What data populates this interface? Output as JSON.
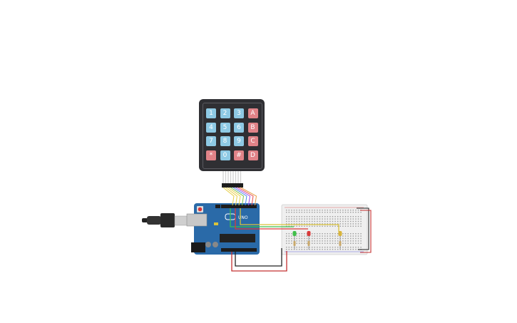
{
  "keypad": {
    "rows": [
      [
        {
          "label": "1",
          "kind": "num"
        },
        {
          "label": "2",
          "kind": "num"
        },
        {
          "label": "3",
          "kind": "num"
        },
        {
          "label": "A",
          "kind": "fn"
        }
      ],
      [
        {
          "label": "4",
          "kind": "num"
        },
        {
          "label": "5",
          "kind": "num"
        },
        {
          "label": "6",
          "kind": "num"
        },
        {
          "label": "B",
          "kind": "fn"
        }
      ],
      [
        {
          "label": "7",
          "kind": "num"
        },
        {
          "label": "8",
          "kind": "num"
        },
        {
          "label": "9",
          "kind": "num"
        },
        {
          "label": "C",
          "kind": "fn"
        }
      ],
      [
        {
          "label": "*",
          "kind": "fn"
        },
        {
          "label": "0",
          "kind": "num"
        },
        {
          "label": "#",
          "kind": "fn"
        },
        {
          "label": "D",
          "kind": "fn"
        }
      ]
    ]
  },
  "arduino": {
    "brand_text": "UNO",
    "colors": {
      "board": "#2a6aa8",
      "header": "#1d1d1d",
      "usb": "#c9c9c9"
    }
  },
  "leds": [
    {
      "color": "#3fbf4a",
      "name": "green"
    },
    {
      "color": "#d93a3a",
      "name": "red"
    },
    {
      "color": "#d9b43a",
      "name": "yellow"
    }
  ],
  "wires": {
    "keypad_colors": [
      "#e8d04a",
      "#e8d04a",
      "#e8d04a",
      "#7cc04a",
      "#4a8ae8",
      "#a04ae8",
      "#e84a4a",
      "#e8a04a"
    ],
    "power": "#c43030",
    "ground": "#222222"
  }
}
